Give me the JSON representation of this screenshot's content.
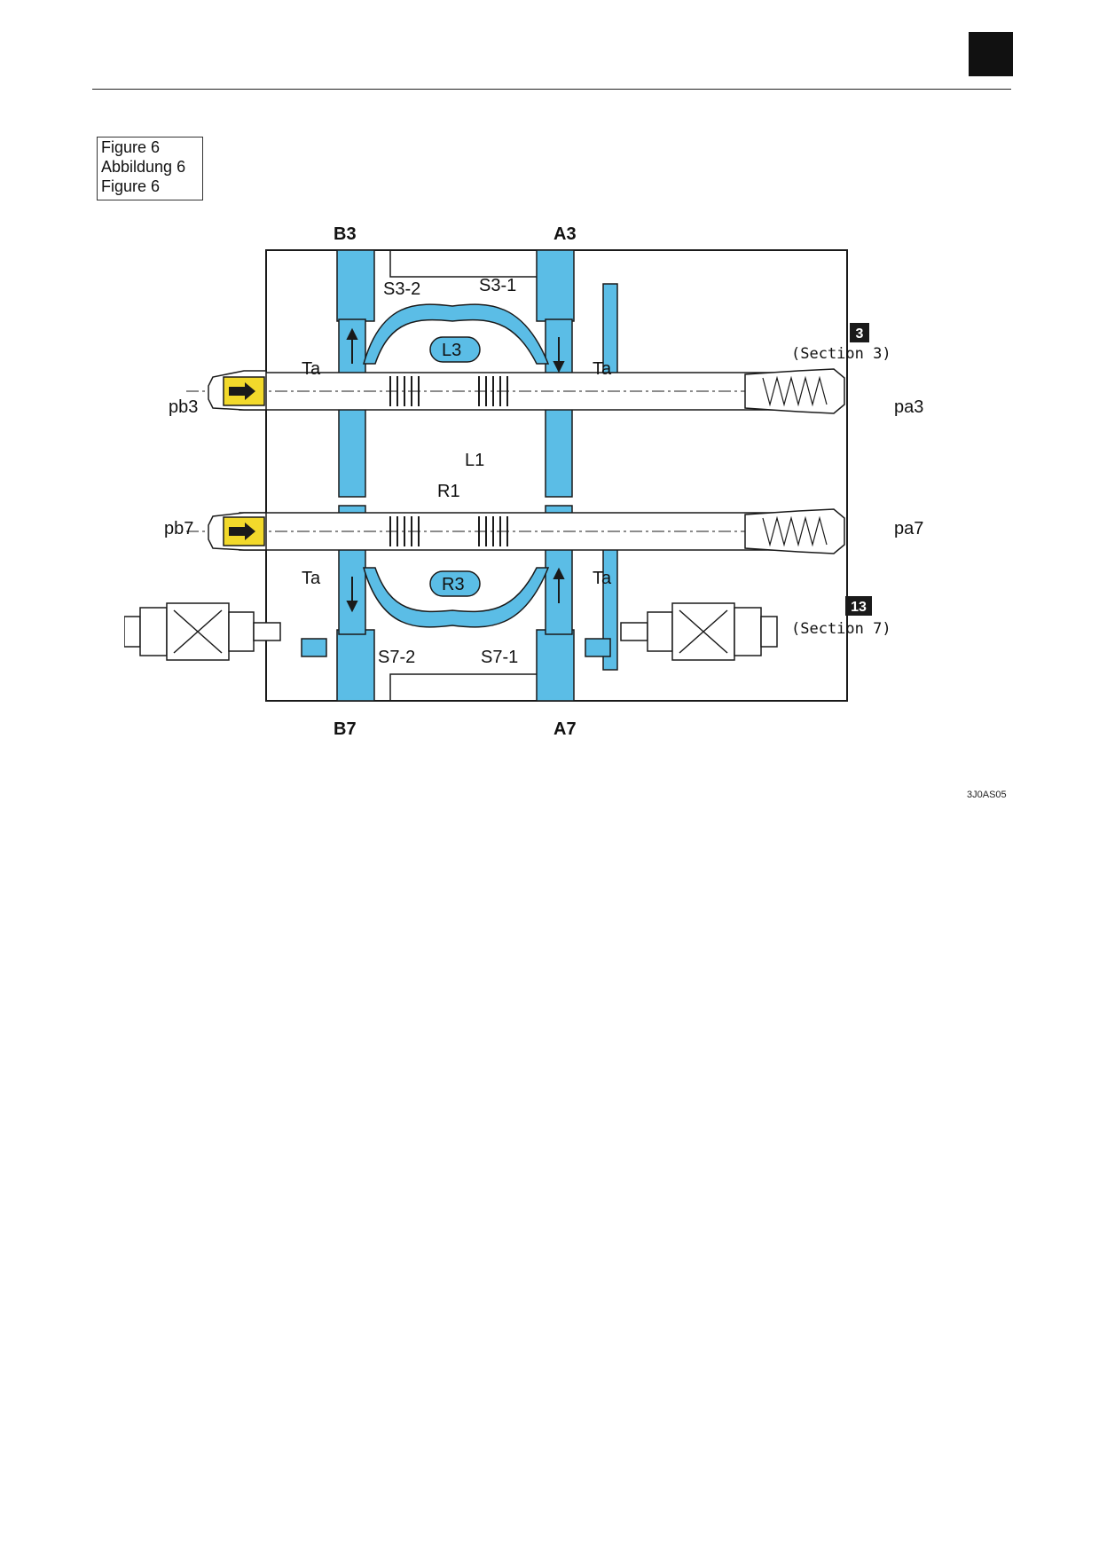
{
  "header": {
    "tab_color": "#111111"
  },
  "caption": {
    "line1": "Figure 6",
    "line2": "Abbildung 6",
    "line3": "Figure 6"
  },
  "diagram": {
    "colors": {
      "oil": "#5bbde6",
      "pilot": "#f2d92b",
      "line": "#1a1a1a"
    },
    "labels": {
      "b3": "B3",
      "a3": "A3",
      "b7": "B7",
      "a7": "A7",
      "s3_2": "S3-2",
      "s3_1": "S3-1",
      "s7_2": "S7-2",
      "s7_1": "S7-1",
      "l3": "L3",
      "r3": "R3",
      "l1": "L1",
      "r1": "R1",
      "ta_tl": "Ta",
      "ta_tr": "Ta",
      "ta_bl": "Ta",
      "ta_br": "Ta",
      "pb3": "pb3",
      "pa3": "pa3",
      "pb7": "pb7",
      "pa7": "pa7"
    },
    "section_upper": {
      "number": "3",
      "text": "(Section 3)"
    },
    "section_lower": {
      "number": "13",
      "text": "(Section 7)"
    }
  },
  "footer": {
    "part_code": "3J0AS05"
  }
}
